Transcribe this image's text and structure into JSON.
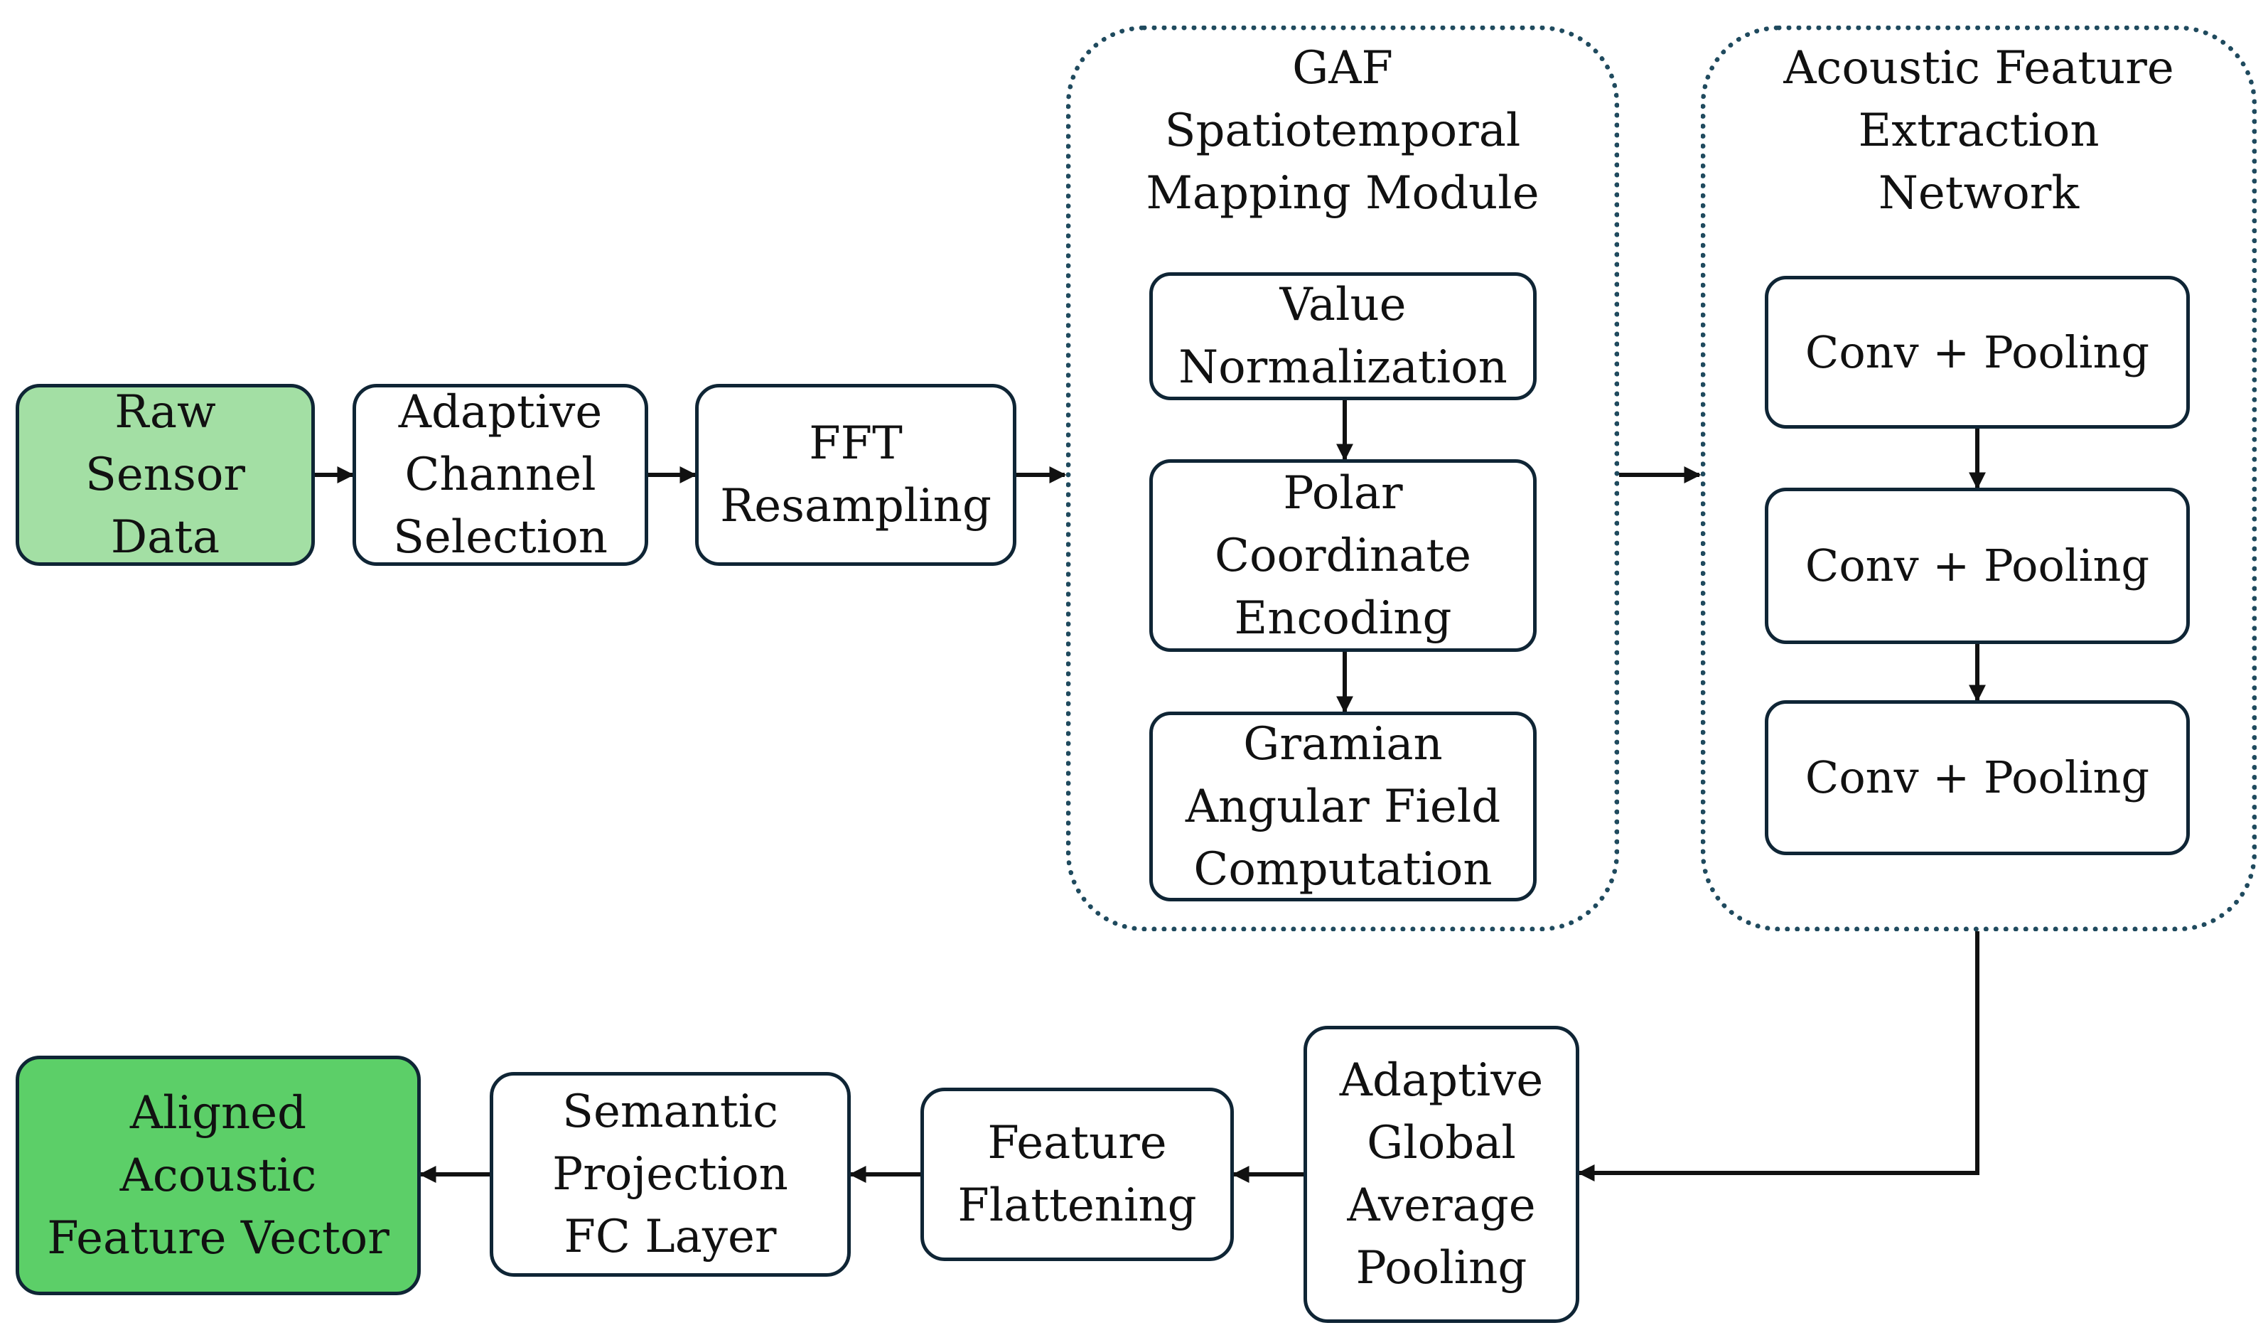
{
  "colors": {
    "border": "#0f2535",
    "group_border": "#1f4a5e",
    "input_fill": "#a3dfa4",
    "output_fill": "#5ccf68",
    "arrow": "#111111"
  },
  "nodes": {
    "raw_sensor_data": "Raw\nSensor\nData",
    "adaptive_channel_selection": "Adaptive\nChannel\nSelection",
    "fft_resampling": "FFT\nResampling",
    "value_normalization": "Value\nNormalization",
    "polar_coordinate_encoding": "Polar\nCoordinate\nEncoding",
    "gramian_angular_field": "Gramian\nAngular Field\nComputation",
    "conv_pooling_1": "Conv + Pooling",
    "conv_pooling_2": "Conv + Pooling",
    "conv_pooling_3": "Conv + Pooling",
    "adaptive_global_average_pooling": "Adaptive\nGlobal\nAverage\nPooling",
    "feature_flattening": "Feature\nFlattening",
    "semantic_projection": "Semantic\nProjection\nFC Layer",
    "aligned_feature_vector": "Aligned\nAcoustic\nFeature Vector"
  },
  "groups": {
    "gaf_module_title": "GAF\nSpatiotemporal\nMapping Module",
    "acoustic_network_title": "Acoustic Feature\nExtraction\nNetwork"
  }
}
